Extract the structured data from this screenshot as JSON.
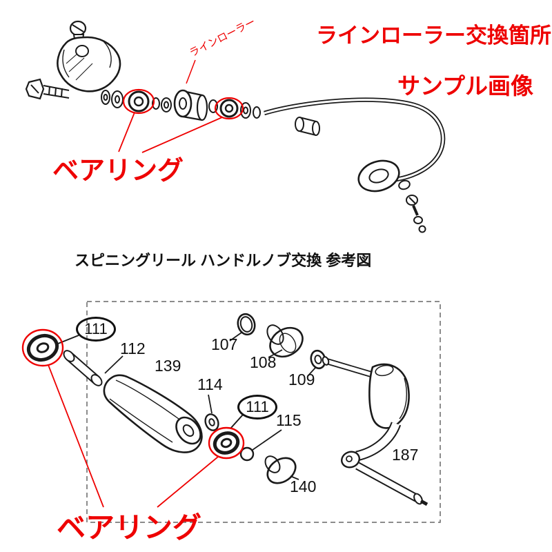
{
  "colors": {
    "annotation_red": "#ee0000",
    "diagram_ink": "#1a1a1a",
    "dashed_box_gray": "#666666"
  },
  "annotations": {
    "title": "ラインローラー交換箇所",
    "sample_label": "サンプル画像",
    "bearing_label_top": "ベアリング",
    "line_roller_label": "ラインローラー",
    "bearing_label_bottom": "ベアリング"
  },
  "caption": {
    "text": "スピニングリール ハンドルノブ交換 参考図"
  },
  "parts": {
    "p107": "107",
    "p108": "108",
    "p109": "109",
    "p111_left": "111",
    "p111_mid": "111",
    "p112": "112",
    "p114": "114",
    "p115": "115",
    "p139": "139",
    "p140": "140",
    "p187": "187"
  }
}
